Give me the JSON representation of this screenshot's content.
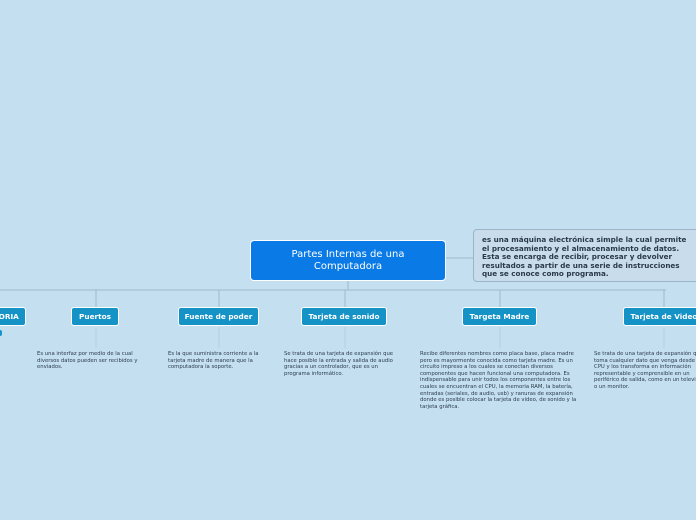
{
  "central": {
    "title": "Partes Internas de una Computadora"
  },
  "note": {
    "text": "es una máquina electrónica simple la cual permite el procesamiento y el almacenamiento de datos.\nEsta se encarga de recibir, procesar y devolver resultados a partir de una serie de instrucciones que se conoce como programa."
  },
  "branches": [
    {
      "label": "MEMORIA",
      "desc": ""
    },
    {
      "label": "Puertos",
      "desc": "Es una interfaz por medio de la cual diversos datos pueden ser recibidos y enviados."
    },
    {
      "label": "Fuente de poder",
      "desc": "Es la que suministra corriente a la tarjeta madre de manera que la computadora la soporte."
    },
    {
      "label": "Tarjeta de sonido",
      "desc": "Se trata de una tarjeta de expansión que hace posible la entrada y salida de audio gracias a un controlador, que es un programa informático."
    },
    {
      "label": "Targeta Madre",
      "desc": "Recibe diferentes nombres como placa base, placa madre pero es mayormente conocida como tarjeta madre. Es un circuito impreso a los cuales se conectan diversos componentes que hacen funcional una computadora. Es indispensable para unir todos los componentes entre los cuales se encuentran el CPU, la memoria RAM, la batería, entradas (seriales, de audio, usb) y ranuras de expansión donde es posible colocar la tarjeta de video, de sonido y la tarjeta gráfica."
    },
    {
      "label": "Tarjeta de Video",
      "desc": "Se trata de una tarjeta de expansión que toma cualquier dato que venga desde la CPU y los transforma en información representable y comprensible en un periférico de salida, como en un televisor o un monitor."
    }
  ],
  "colors": {
    "background": "#c3dff0",
    "central": "#0a7ae6",
    "node": "#1593c6",
    "connector": "#9fb8c8"
  }
}
